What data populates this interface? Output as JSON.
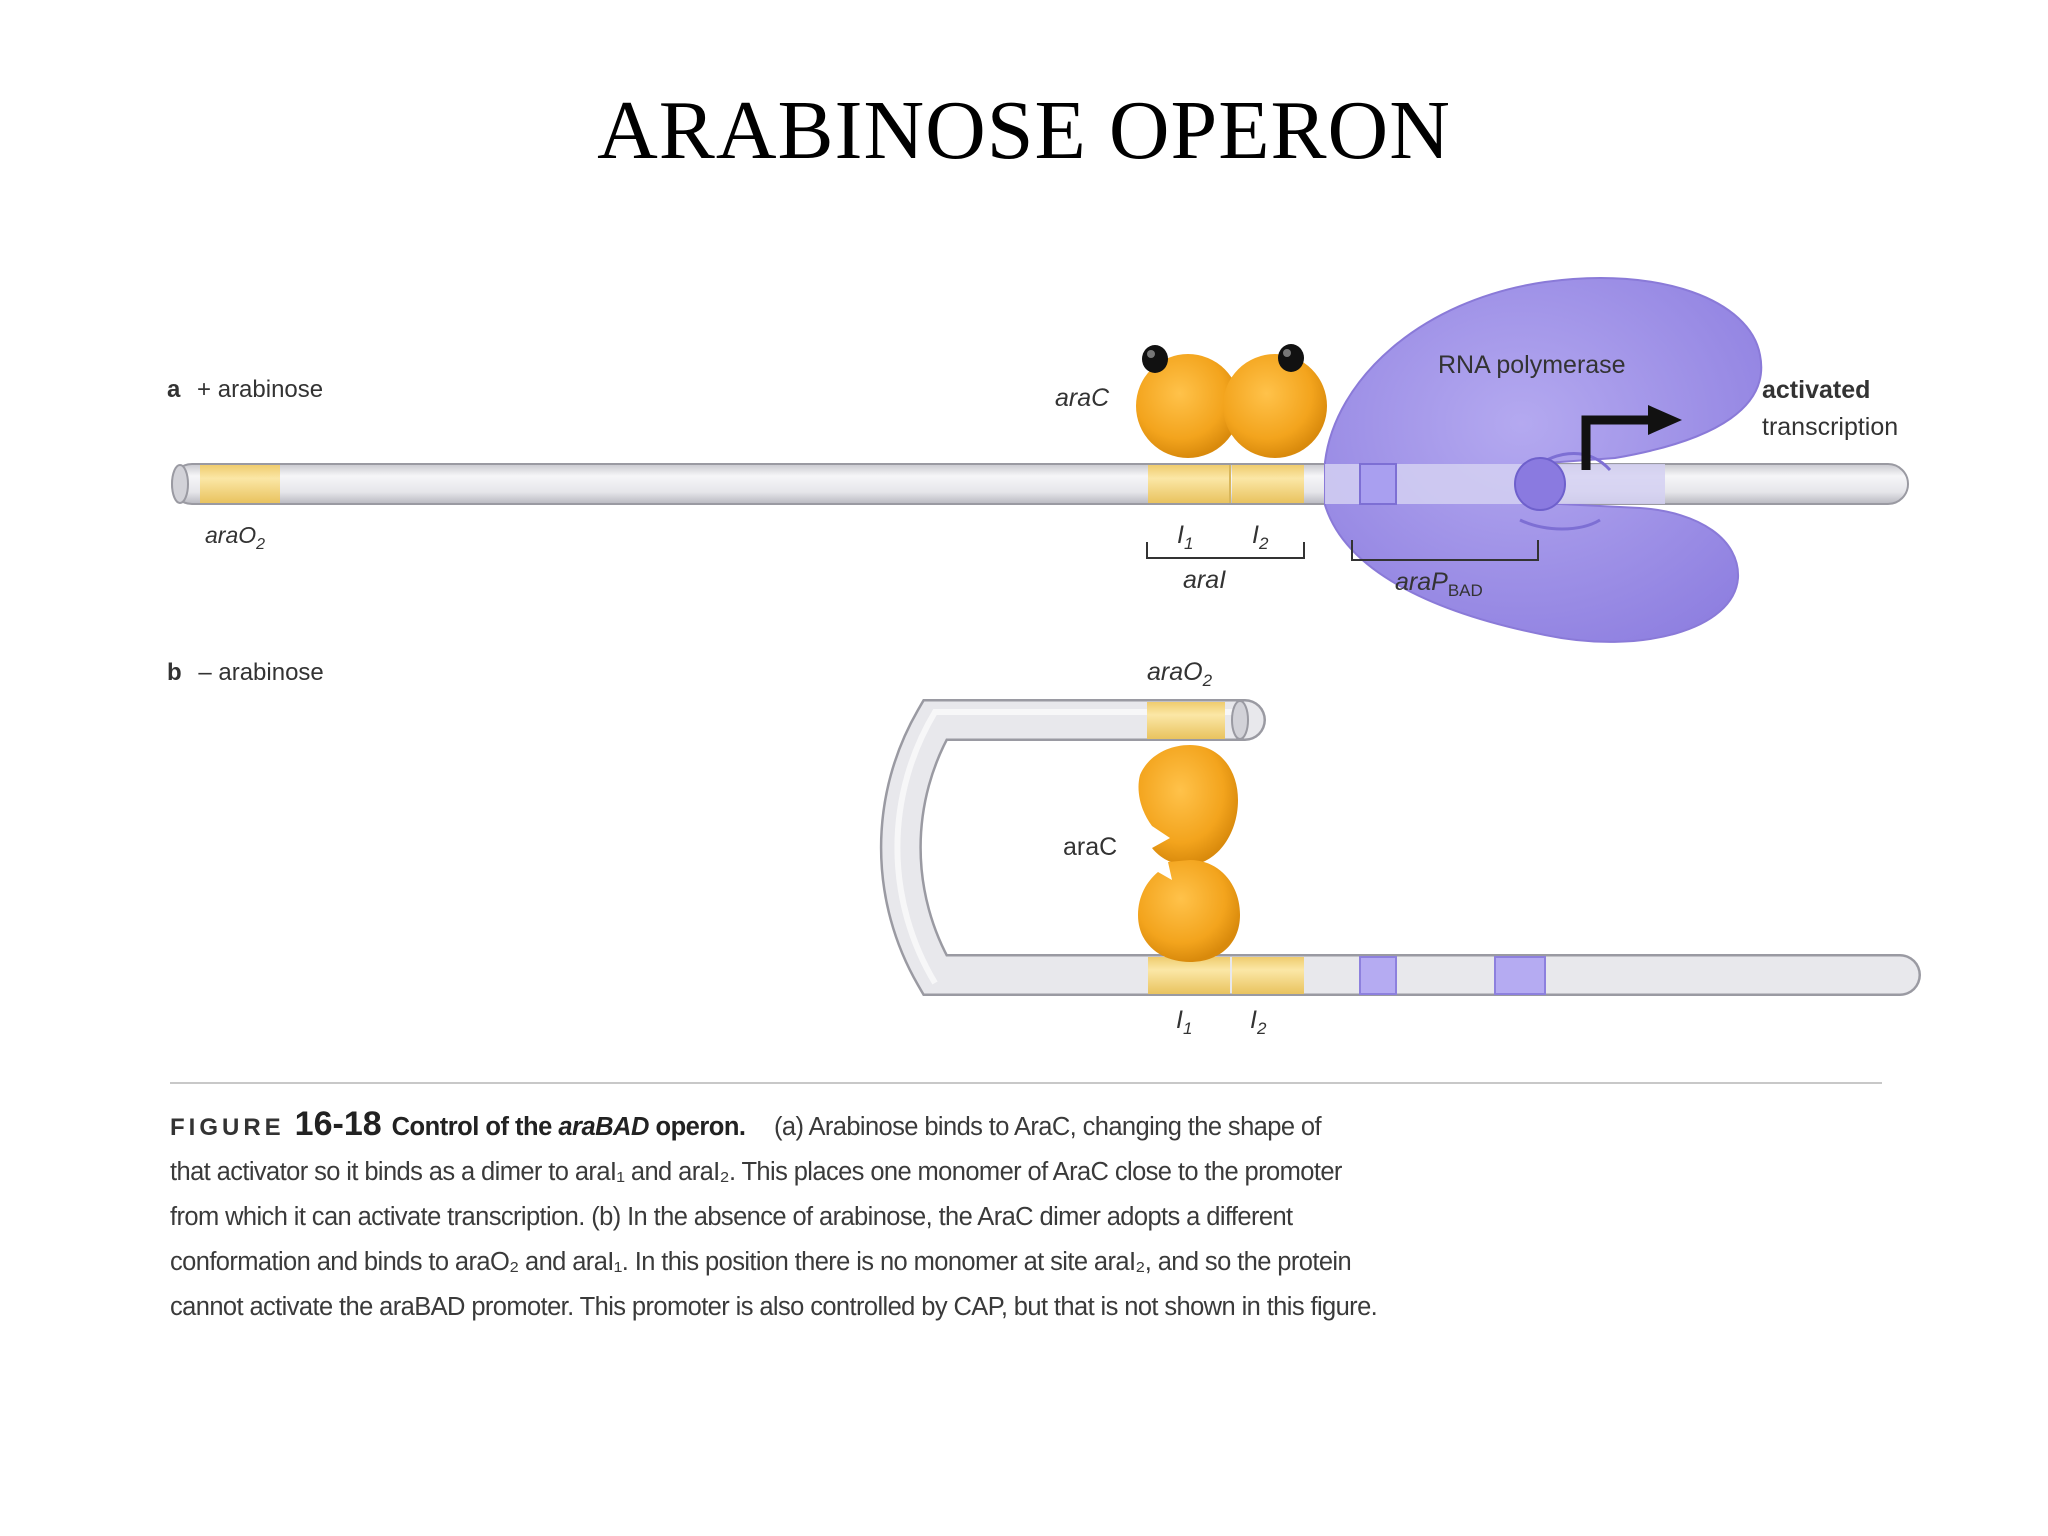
{
  "title": "ARABINOSE OPERON",
  "panel_a": {
    "letter": "a",
    "condition": "+ arabinose",
    "arac_label": "araC",
    "rna_pol_label": "RNA polymerase",
    "activated_label": "activated",
    "transcription_label": "transcription",
    "o2_label": "araO",
    "o2_sub": "2",
    "i1_label": "I",
    "i1_sub": "1",
    "i2_label": "I",
    "i2_sub": "2",
    "arai_label": "araI",
    "pbad_label": "araP",
    "pbad_sub": "BAD"
  },
  "panel_b": {
    "letter": "b",
    "condition": "– arabinose",
    "o2_label": "araO",
    "o2_sub": "2",
    "arac_label": "araC",
    "i1_label": "I",
    "i1_sub": "1",
    "i2_label": "I",
    "i2_sub": "2"
  },
  "caption": {
    "figure_word": "FIGURE",
    "figure_number": "16-18",
    "heading_pre": "Control of the ",
    "heading_italic": "araBAD",
    "heading_post": " operon.",
    "lines": [
      "(a) Arabinose binds to AraC, changing the shape of",
      "that activator so it binds as a dimer to araI₁ and araI₂. This places one monomer of AraC close to the promoter",
      "from which it can activate transcription. (b) In the absence of arabinose, the AraC dimer adopts a different",
      "conformation and binds to araO₂ and araI₁. In this position there is no monomer at site araI₂, and so the protein",
      "cannot activate the araBAD promoter. This promoter is also controlled by CAP, but that is not shown in this figure."
    ]
  },
  "colors": {
    "dna_fill": "#e9e9ee",
    "dna_stroke": "#9a9aa2",
    "site_yellow": "#f6dc8a",
    "arac_orange": "#f2a51c",
    "rna_pol_purple": "#9d8fe6",
    "promoter_purple": "#a59af0",
    "arabinose_black": "#111111"
  }
}
